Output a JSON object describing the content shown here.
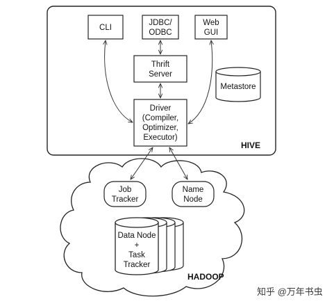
{
  "hive": {
    "label": "HIVE",
    "cli": "CLI",
    "jdbc": [
      "JDBC/",
      "ODBC"
    ],
    "webgui": [
      "Web",
      "GUI"
    ],
    "thrift": [
      "Thrift",
      "Server"
    ],
    "metastore": "Metastore",
    "driver": [
      "Driver",
      "(Compiler,",
      "Optimizer,",
      "Executor)"
    ]
  },
  "hadoop": {
    "label": "HADOOP",
    "jobtracker": [
      "Job",
      "Tracker"
    ],
    "namenode": [
      "Name",
      "Node"
    ],
    "datanode": [
      "Data Node",
      "+",
      "Task",
      "Tracker"
    ]
  },
  "watermark": "知乎 @万年书虫"
}
